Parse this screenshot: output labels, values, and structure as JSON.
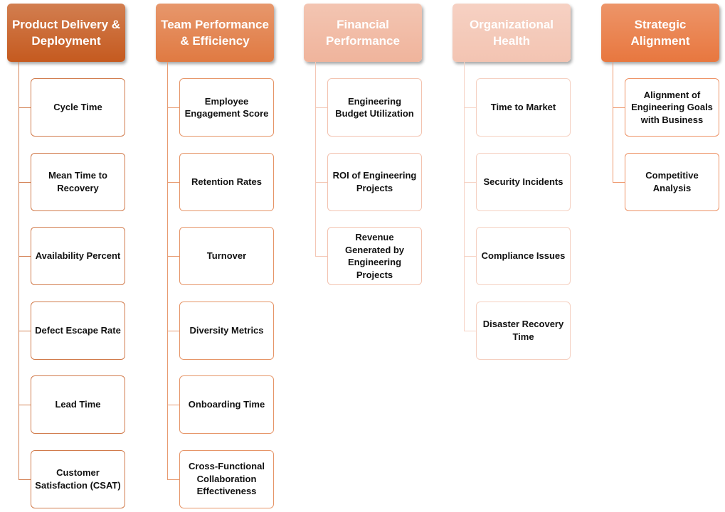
{
  "columns": [
    {
      "title": "Product Delivery & Deployment",
      "header_color": "#c55a1f",
      "items": [
        "Cycle Time",
        "Mean Time to Recovery",
        "Availability Percent",
        "Defect Escape Rate",
        "Lead Time",
        "Customer Satisfaction (CSAT)"
      ]
    },
    {
      "title": "Team Performance & Efficiency",
      "header_color": "#e07a42",
      "items": [
        "Employee Engagement Score",
        "Retention Rates",
        "Turnover",
        "Diversity Metrics",
        "Onboarding Time",
        "Cross-Functional Collaboration Effectiveness"
      ]
    },
    {
      "title": "Financial Performance",
      "header_color": "#f0b49c",
      "items": [
        "Engineering Budget Utilization",
        "ROI of Engineering Projects",
        "Revenue Generated by Engineering Projects"
      ]
    },
    {
      "title": "Organizational Health",
      "header_color": "#f3c4b2",
      "items": [
        "Time to Market",
        "Security Incidents",
        "Compliance Issues",
        "Disaster Recovery Time"
      ]
    },
    {
      "title": "Strategic Alignment",
      "header_color": "#e8773f",
      "items": [
        "Alignment of Engineering Goals with Business",
        "Competitive Analysis"
      ]
    }
  ]
}
